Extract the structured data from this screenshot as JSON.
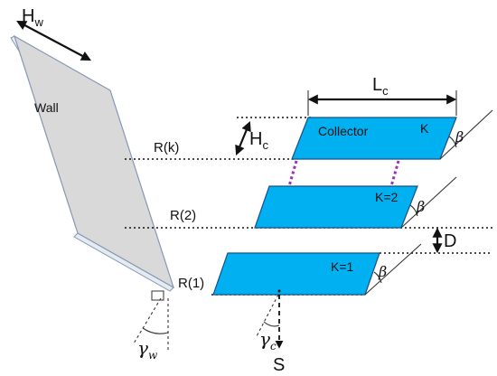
{
  "labels": {
    "wall_height": "H",
    "wall_height_sub": "w",
    "wall": "Wall",
    "row_k": "R(k)",
    "row_2": "R(2)",
    "row_1": "R(1)",
    "collector_height": "H",
    "collector_height_sub": "c",
    "collector_length": "L",
    "collector_length_sub": "c",
    "collector": "Collector",
    "panel_k": "K",
    "panel_2": "K=2",
    "panel_1": "K=1",
    "tilt": "β",
    "spacing": "D",
    "gamma_w": "γ",
    "gamma_w_sub": "w",
    "gamma_c": "γ",
    "gamma_c_sub": "c",
    "south": "S"
  },
  "colors": {
    "collector_fill": "#00b0f0",
    "collector_stroke": "#1a4f8a",
    "wall_fill": "#d9d9d9",
    "wall_stroke": "#8597b3",
    "connector": "#9b30c0"
  }
}
